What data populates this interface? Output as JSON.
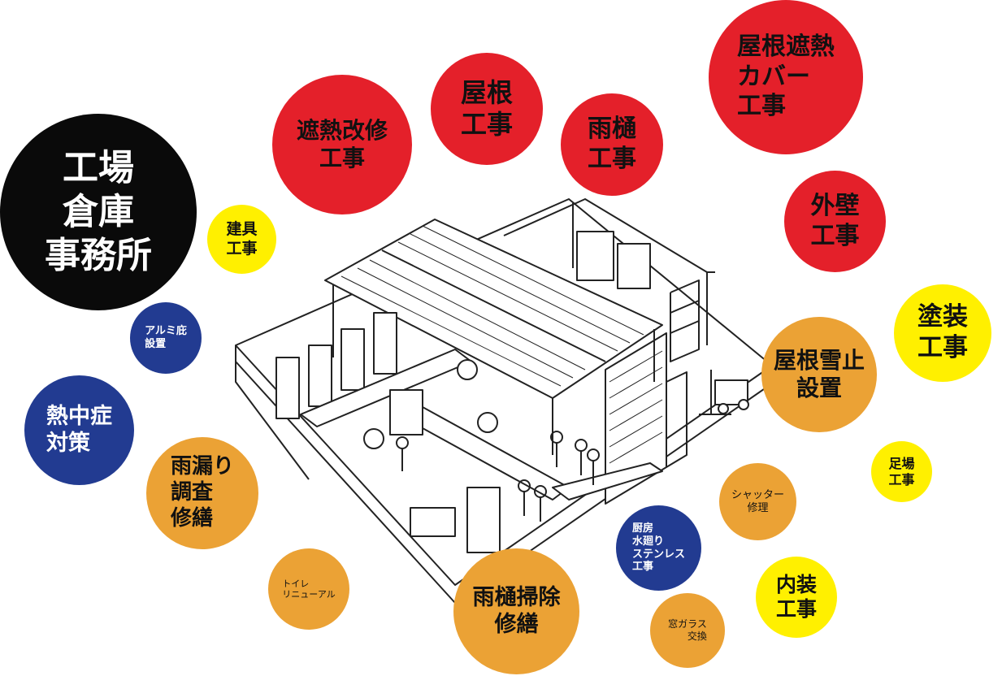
{
  "colors": {
    "red": "#e4202a",
    "black": "#0a0a0a",
    "yellow": "#fff000",
    "orange": "#eba235",
    "blue": "#223b91"
  },
  "illustration": {
    "icon": "factory-isometric-illustration"
  },
  "categories": {
    "main": "工場\n倉庫\n事務所",
    "koukenetsu_kaishu": "遮熱改修\n工事",
    "yane": "屋根\n工事",
    "amadoi": "雨樋\n工事",
    "yane_shanetsu_cover": "屋根遮熱\nカバー\n工事",
    "gaiheki": "外壁\n工事",
    "tatougu": "建具\n工事",
    "toso": "塗装\n工事",
    "aluminum_hisashi": "アルミ庇\n設置",
    "yane_yukidome": "屋根雪止\n設置",
    "necchusho": "熱中症\n対策",
    "amamori": "雨漏り\n調査\n修繕",
    "ashiba": "足場\n工事",
    "shutter": "シャッター\n修理",
    "chubo": "厨房\n水廻り\nステンレス\n工事",
    "toilet": "トイレ\nリニューアル",
    "amadoi_souji": "雨樋掃除\n修繕",
    "naisou": "内装\n工事",
    "madoglass": "窓ガラス\n交換"
  }
}
